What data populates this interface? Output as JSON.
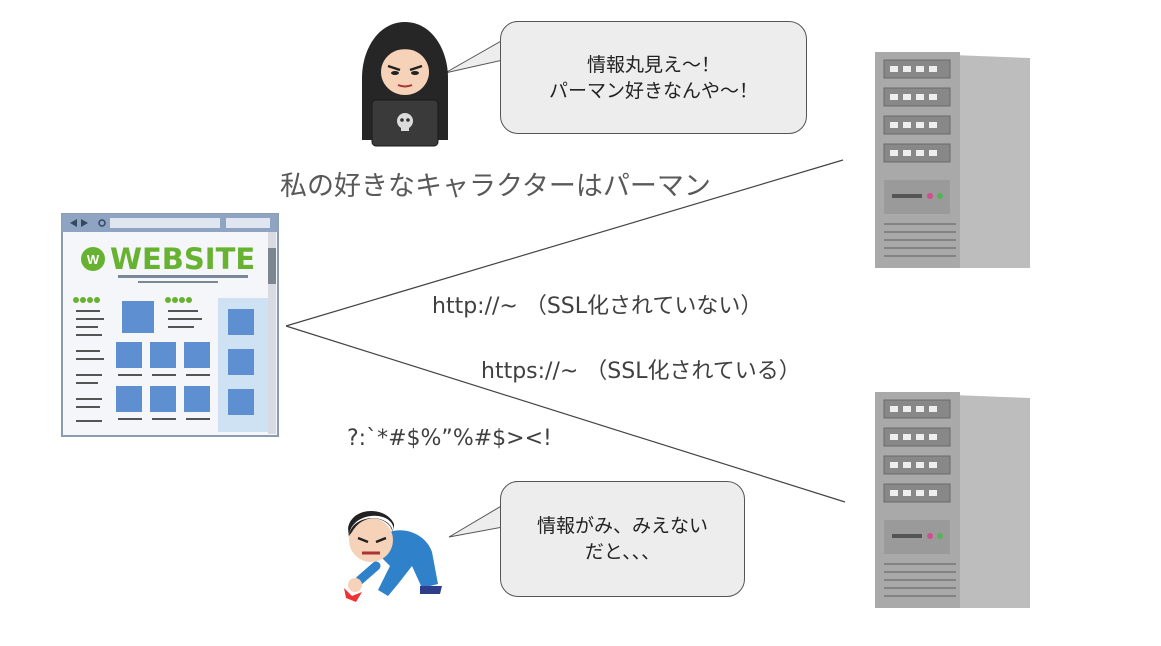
{
  "speech_hacker": [
    "情報丸見え～！",
    "パーマン好きなんや～！"
  ],
  "plain_message": "私の好きなキャラクターはパーマン",
  "http_label": "http://~ （SSL化されていない）",
  "https_label": "https://~ （SSL化されている）",
  "encrypted_text": "?:`*#$%”%#$><!",
  "speech_frustrated": [
    "情報がみ、みえない",
    "だと、、、"
  ],
  "website_logo": "WEBSITE",
  "colors": {
    "bubble_fill": "#ededed",
    "server_gray": "#a9a9a9",
    "website_green": "#67b231",
    "website_blue": "#5e8fd0"
  }
}
